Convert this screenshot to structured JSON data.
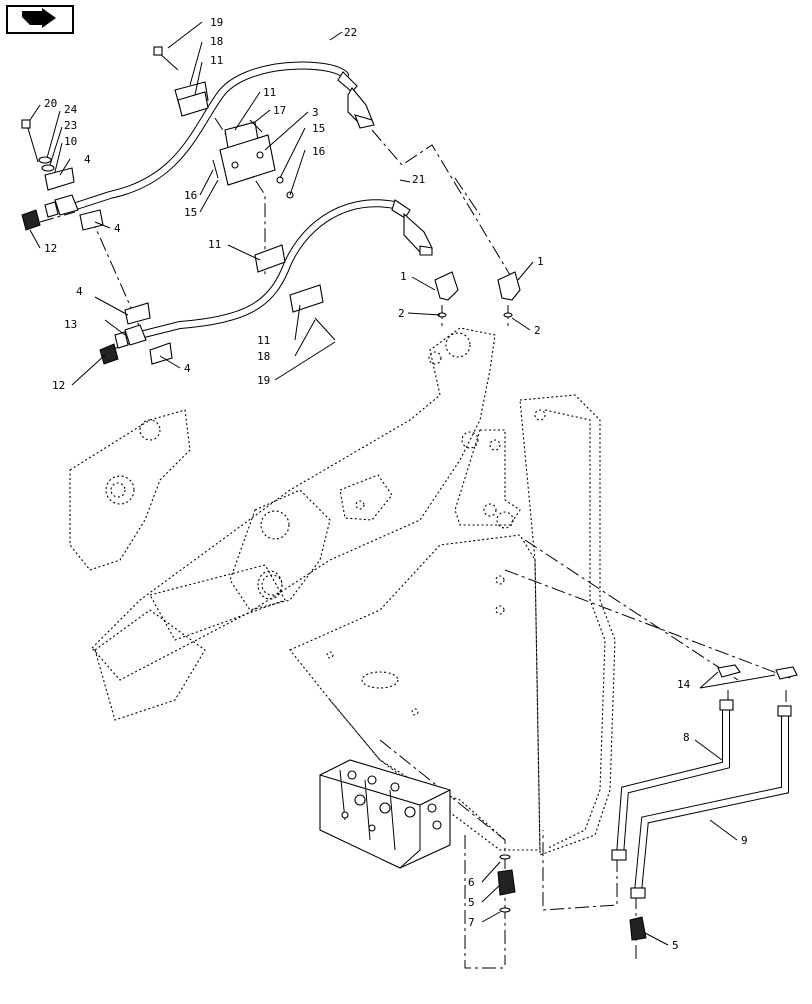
{
  "nav_icon": "arrow-navigation-icon",
  "callouts": {
    "c19a": "19",
    "c18a": "18",
    "c11a": "11",
    "c22": "22",
    "c20": "20",
    "c24": "24",
    "c23": "23",
    "c10": "10",
    "c4a": "4",
    "c11b": "11",
    "c17": "17",
    "c3": "3",
    "c15a": "15",
    "c16a": "16",
    "c16b": "16",
    "c15b": "15",
    "c12a": "12",
    "c4b": "4",
    "c21": "21",
    "c11c": "11",
    "c1a": "1",
    "c1b": "1",
    "c2a": "2",
    "c2b": "2",
    "c4c": "4",
    "c13": "13",
    "c4d": "4",
    "c12b": "12",
    "c11d": "11",
    "c18b": "18",
    "c19b": "19",
    "c14": "14",
    "c8": "8",
    "c9": "9",
    "c6": "6",
    "c5a": "5",
    "c7": "7",
    "c5b": "5"
  }
}
